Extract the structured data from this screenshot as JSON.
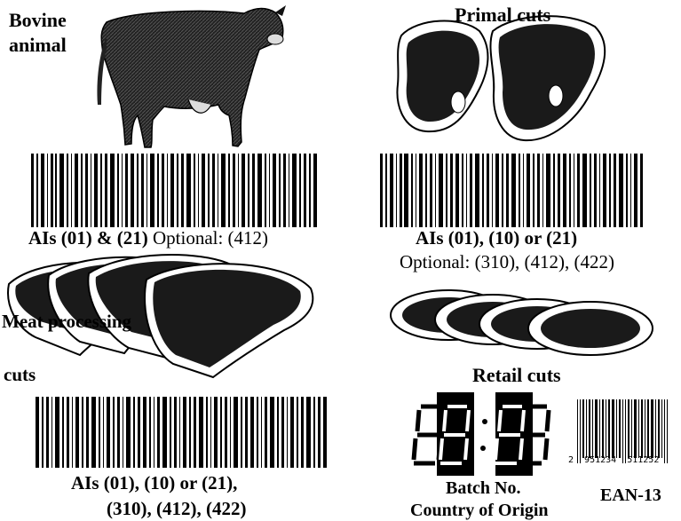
{
  "stages": {
    "bovine": {
      "title_line1": "Bovine",
      "title_line2": "animal",
      "ai_bold": "AIs (01) & (21)",
      "ai_optional": "Optional: (412)"
    },
    "primal": {
      "title": "Primal cuts",
      "ai_bold": "AIs (01), (10) or (21)",
      "ai_optional": "Optional: (310), (412), (422)"
    },
    "processing": {
      "title_line1": "Meat processing",
      "title_line2": "cuts",
      "ai_line1": "AIs (01), (10) or (21),",
      "ai_line2": "(310), (412), (422)"
    },
    "retail": {
      "title": "Retail cuts",
      "batch_label": "Batch No.",
      "origin_label": "Country of Origin",
      "ean_label": "EAN-13",
      "ean_digits": "2  951234  511252",
      "display_value": "88:88"
    }
  },
  "colors": {
    "ink": "#000000",
    "meat": "#1a1a1a",
    "fat": "#ffffff"
  }
}
